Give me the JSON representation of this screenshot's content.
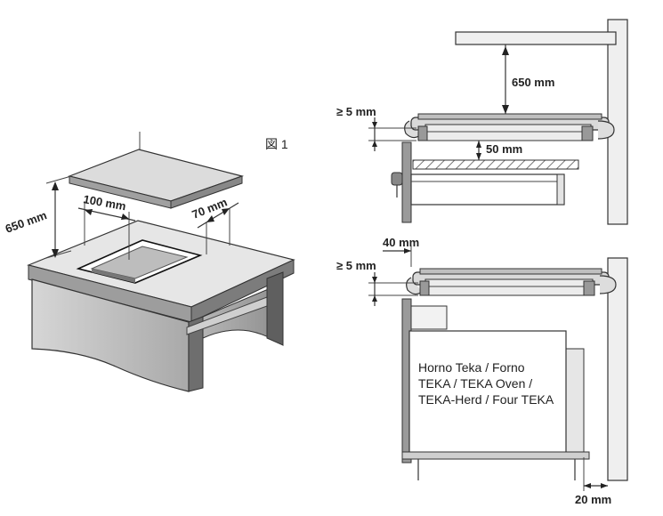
{
  "figure_label": "図 1",
  "left_view": {
    "height_label": "650 mm",
    "front_gap_label": "100 mm",
    "side_gap_label": "70 mm"
  },
  "top_right_view": {
    "hood_clearance_label": "650 mm",
    "min_gap_label": "≥ 5 mm",
    "drawer_gap_label": "50 mm"
  },
  "bottom_right_view": {
    "top_offset_label": "40 mm",
    "min_gap_label": "≥ 5 mm",
    "oven_text_line1": "Horno Teka / Forno",
    "oven_text_line2": "TEKA / TEKA Oven /",
    "oven_text_line3": "TEKA-Herd / Four TEKA",
    "rear_gap_label": "20 mm"
  }
}
